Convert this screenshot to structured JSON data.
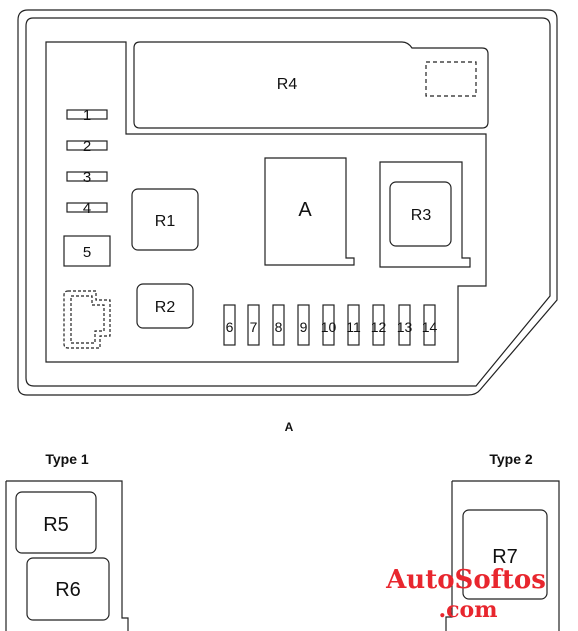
{
  "main_diagram": {
    "relay_R4": "R4",
    "relay_R1": "R1",
    "relay_R2": "R2",
    "relay_R3": "R3",
    "block_A": "A",
    "fuse_1": "1",
    "fuse_2": "2",
    "fuse_3": "3",
    "fuse_4": "4",
    "fuse_5": "5",
    "fuse_6": "6",
    "fuse_7": "7",
    "fuse_8": "8",
    "fuse_9": "9",
    "fuse_10": "10",
    "fuse_11": "11",
    "fuse_12": "12",
    "fuse_13": "13",
    "fuse_14": "14"
  },
  "caption": "A",
  "type1": {
    "title": "Type 1",
    "relay_R5": "R5",
    "relay_R6": "R6"
  },
  "type2": {
    "title": "Type 2",
    "relay_R7": "R7"
  },
  "watermark": {
    "line1": "AutoSoftos",
    "line2": ".com",
    "color": "#e8262e"
  }
}
